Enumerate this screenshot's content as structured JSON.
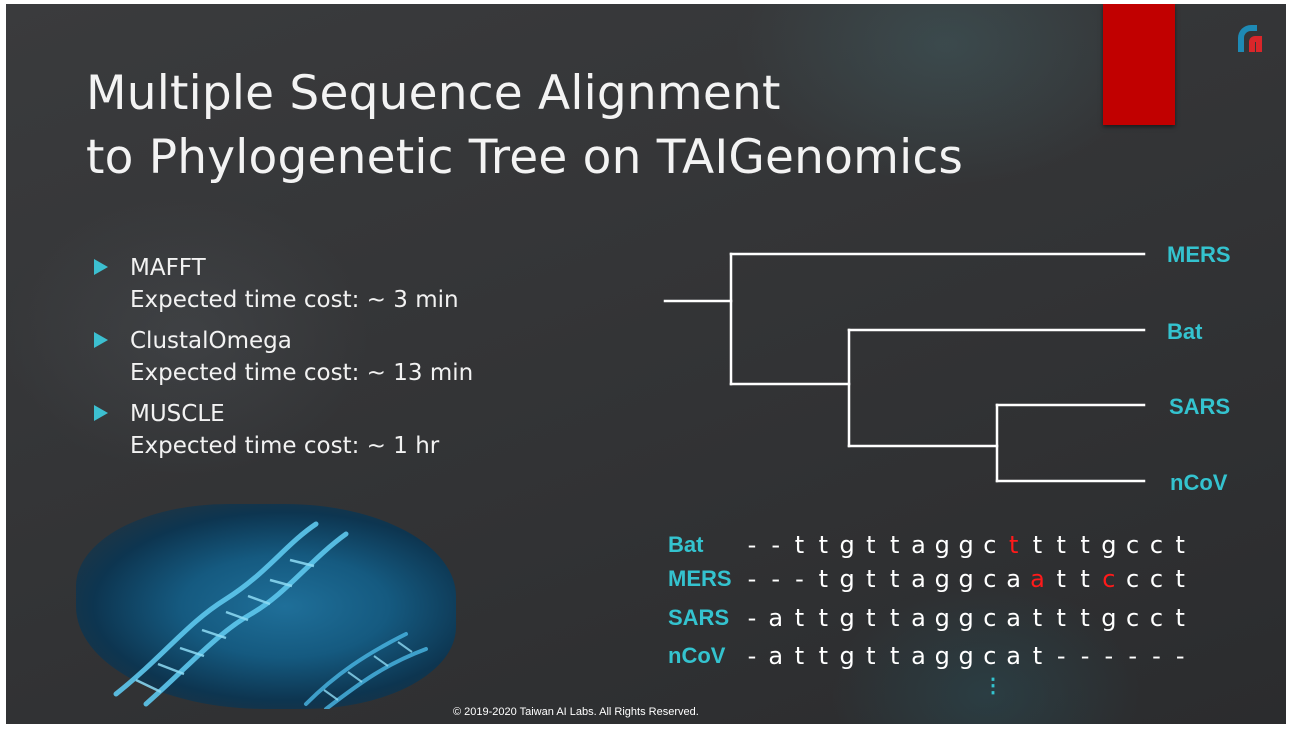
{
  "slide": {
    "title_line1": "Multiple Sequence Alignment",
    "title_line2": "to Phylogenetic Tree on TAIGenomics",
    "accent_color": "#34c3cf",
    "highlight_color": "#ff1a1a",
    "red_tab_color": "#c10000"
  },
  "tools": [
    {
      "name": "MAFFT",
      "time": "Expected time cost: ~ 3 min"
    },
    {
      "name": "ClustalOmega",
      "time": "Expected time cost: ~ 13 min"
    },
    {
      "name": "MUSCLE",
      "time": "Expected time cost: ~ 1 hr"
    }
  ],
  "tree": {
    "leaves": [
      "MERS",
      "Bat",
      "SARS",
      "nCoV"
    ]
  },
  "alignment": [
    {
      "label": "Bat",
      "chars": [
        "-",
        "-",
        "t",
        "t",
        "g",
        "t",
        "t",
        "a",
        "g",
        "g",
        "c",
        "t",
        "t",
        "t",
        "t",
        "g",
        "c",
        "c",
        "t"
      ],
      "highlight": [
        11
      ]
    },
    {
      "label": "MERS",
      "chars": [
        "-",
        "-",
        "-",
        "t",
        "g",
        "t",
        "t",
        "a",
        "g",
        "g",
        "c",
        "a",
        "a",
        "t",
        "t",
        "c",
        "c",
        "c",
        "t"
      ],
      "highlight": [
        12,
        15
      ]
    },
    {
      "label": "SARS",
      "chars": [
        "-",
        "a",
        "t",
        "t",
        "g",
        "t",
        "t",
        "a",
        "g",
        "g",
        "c",
        "a",
        "t",
        "t",
        "t",
        "g",
        "c",
        "c",
        "t"
      ],
      "highlight": []
    },
    {
      "label": "nCoV",
      "chars": [
        "-",
        "a",
        "t",
        "t",
        "g",
        "t",
        "t",
        "a",
        "g",
        "g",
        "c",
        "a",
        "t",
        "-",
        "-",
        "-",
        "-",
        "-",
        "-"
      ],
      "highlight": []
    }
  ],
  "footer": "© 2019-2020 Taiwan AI Labs. All Rights Reserved.",
  "ellipsis": "⋮",
  "icons": [
    "logo-icon",
    "bullet-arrow-icon",
    "dna-image"
  ]
}
